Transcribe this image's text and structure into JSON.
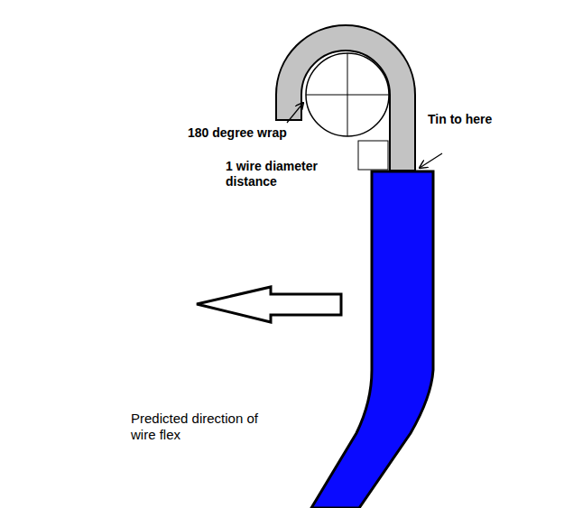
{
  "diagram": {
    "labels": [
      "180 degree wrap",
      "1 wire diameter distance",
      "Tin to here",
      "Predicted direction of wire flex"
    ]
  }
}
